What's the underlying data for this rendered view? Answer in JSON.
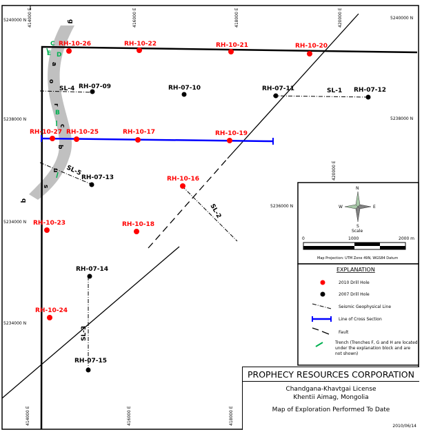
{
  "map": {
    "easting_labels_top": [
      "414000 E",
      "416000 E",
      "418000 E",
      "420000 E"
    ],
    "easting_labels_bottom": [
      "414000 E",
      "416000 E",
      "418000 E"
    ],
    "easting_label_inset": "420000 E",
    "northing_labels_left": [
      "5240000 N",
      "5238000 N",
      "5234000 N",
      "5234000 N"
    ],
    "northing_labels_right": [
      "5240000 N",
      "5238000 N",
      "5236000 N"
    ],
    "drill_holes_2010": [
      "RH-10-26",
      "RH-10-22",
      "RH-10-21",
      "RH-10-20",
      "RH-10-27",
      "RH-10-25",
      "RH-10-17",
      "RH-10-19",
      "RH-10-16",
      "RH-10-23",
      "RH-10-18",
      "RH-10-24"
    ],
    "drill_holes_2007": [
      "RH-07-09",
      "RH-07-10",
      "RH-07-11",
      "RH-07-12",
      "RH-07-13",
      "RH-07-14",
      "RH-07-15"
    ],
    "seismic_lines": [
      "SL-1",
      "SL-2",
      "SL-3",
      "SL-4",
      "SL-5"
    ],
    "trench_labels": [
      "C",
      "E",
      "D",
      "B"
    ],
    "band_labels": [
      "a",
      "o",
      "r",
      "c",
      "b",
      "u",
      "s",
      "q",
      "g"
    ],
    "colors": {
      "drill_2010": "#ff0000",
      "drill_2007": "#000000",
      "cross_section": "#0000ff",
      "trench": "#00b050",
      "band": "#c0c0c0"
    }
  },
  "inset": {
    "compass": {
      "n": "N",
      "s": "S",
      "e": "E",
      "w": "W"
    },
    "scale_title": "Scale",
    "scale_ticks": [
      "0",
      "1000",
      "2000 m"
    ],
    "projection": "Map Projection: UTM Zone 49N, WGS84 Datum"
  },
  "legend": {
    "title": "EXPLANATION",
    "items": [
      {
        "label": "2010 Drill Hole"
      },
      {
        "label": "2007 Drill Hole"
      },
      {
        "label": "Seismic Geophysical Line"
      },
      {
        "label": "Line of Cross Section"
      },
      {
        "label": "Fault"
      },
      {
        "label": "Trench (Trenches F, G and H are located under the explanation block and are not shown)"
      }
    ]
  },
  "title_block": {
    "company": "PROPHECY RESOURCES CORPORATION",
    "license": "Chandgana-Khavtgai License",
    "location": "Khentii Aimag, Mongolia",
    "map_title": "Map of Exploration Performed To Date",
    "date": "2010/06/14"
  }
}
